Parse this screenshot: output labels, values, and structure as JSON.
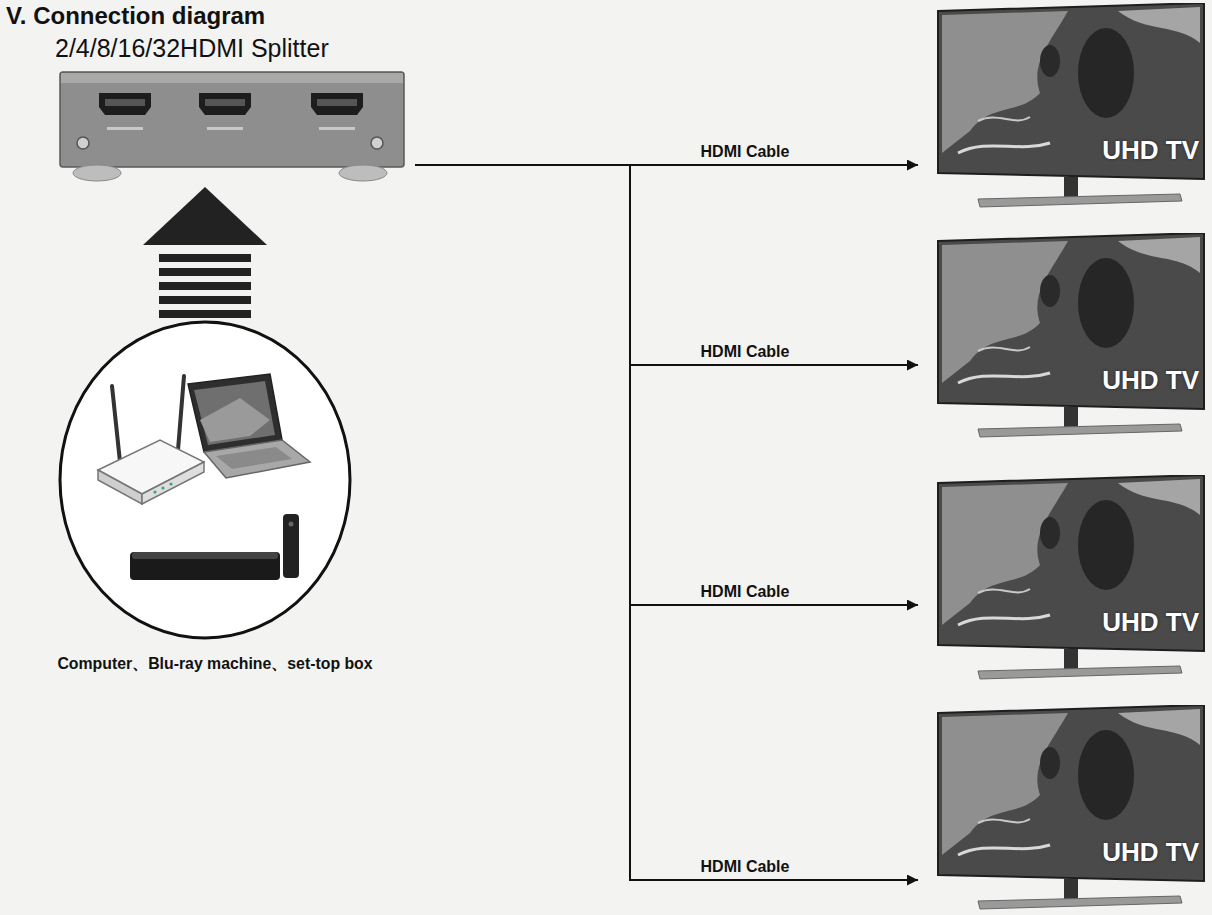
{
  "diagram": {
    "title": "V. Connection diagram",
    "nodes": [
      {
        "text": [
          "2/4/8/16/32HDMI Splitter"
        ]
      },
      {
        "text": [
          "Computer、Blu-ray machine、set-top box"
        ]
      },
      {
        "text": [
          "UHD TV"
        ]
      },
      {
        "text": [
          "UHD TV"
        ]
      },
      {
        "text": [
          "UHD TV"
        ]
      },
      {
        "text": [
          "UHD TV"
        ]
      }
    ],
    "edges": [
      {
        "from": 1,
        "to": 0,
        "arrow": "to"
      },
      {
        "from": 0,
        "to": 2,
        "label": "HDMI Cable",
        "arrow": "to"
      },
      {
        "from": 0,
        "to": 3,
        "label": "HDMI Cable",
        "arrow": "to"
      },
      {
        "from": 0,
        "to": 4,
        "label": "HDMI Cable",
        "arrow": "to"
      },
      {
        "from": 0,
        "to": 5,
        "label": "HDMI Cable",
        "arrow": "to"
      }
    ]
  }
}
